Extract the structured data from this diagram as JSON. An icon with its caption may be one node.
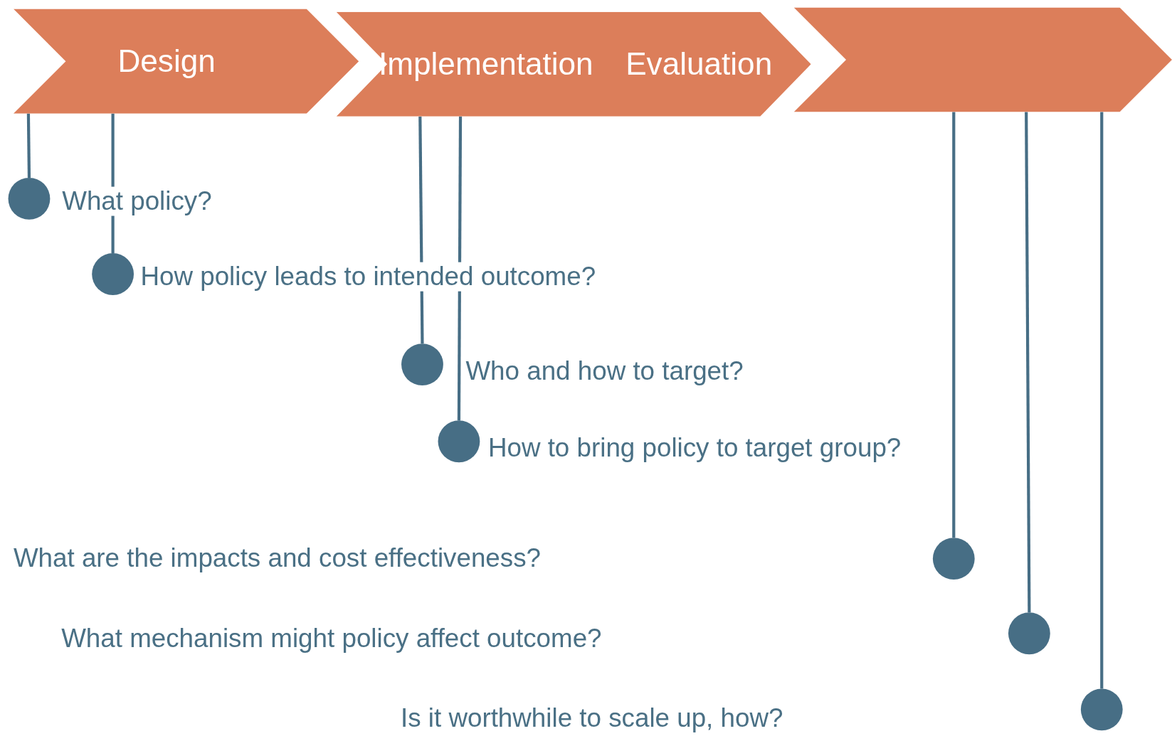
{
  "diagram": {
    "nodes": [
      {
        "text": [
          "Design"
        ]
      },
      {
        "text": [
          "Implementation",
          "Evaluation"
        ]
      },
      {
        "text": [],
        "shape": "chevron"
      },
      {
        "text": [],
        "shape": "circle",
        "beside": [
          "What policy?"
        ]
      },
      {
        "text": [],
        "shape": "circle",
        "beside": [
          "How policy leads to intended outcome?"
        ]
      },
      {
        "text": [],
        "shape": "circle",
        "beside": [
          "Who and how to target?"
        ]
      },
      {
        "text": [],
        "shape": "circle",
        "beside": [
          "How to bring policy to target group?"
        ]
      },
      {
        "text": [],
        "shape": "circle"
      },
      {
        "text": [],
        "shape": "circle"
      },
      {
        "text": [],
        "shape": "circle"
      }
    ],
    "labels": [
      "What are the impacts and cost effectiveness?",
      "What mechanism might policy affect outcome?",
      "Is it worthwhile to scale up, how?"
    ],
    "edges": [
      {
        "from": 0,
        "to": 3,
        "arrow": "none"
      },
      {
        "from": 0,
        "to": 4,
        "arrow": "none"
      },
      {
        "from": 1,
        "to": 5,
        "arrow": "none"
      },
      {
        "from": 1,
        "to": 6,
        "arrow": "none"
      },
      {
        "from": 2,
        "to": 7,
        "arrow": "none"
      },
      {
        "from": 2,
        "to": 8,
        "arrow": "none"
      },
      {
        "from": 2,
        "to": 9,
        "arrow": "none"
      }
    ]
  }
}
